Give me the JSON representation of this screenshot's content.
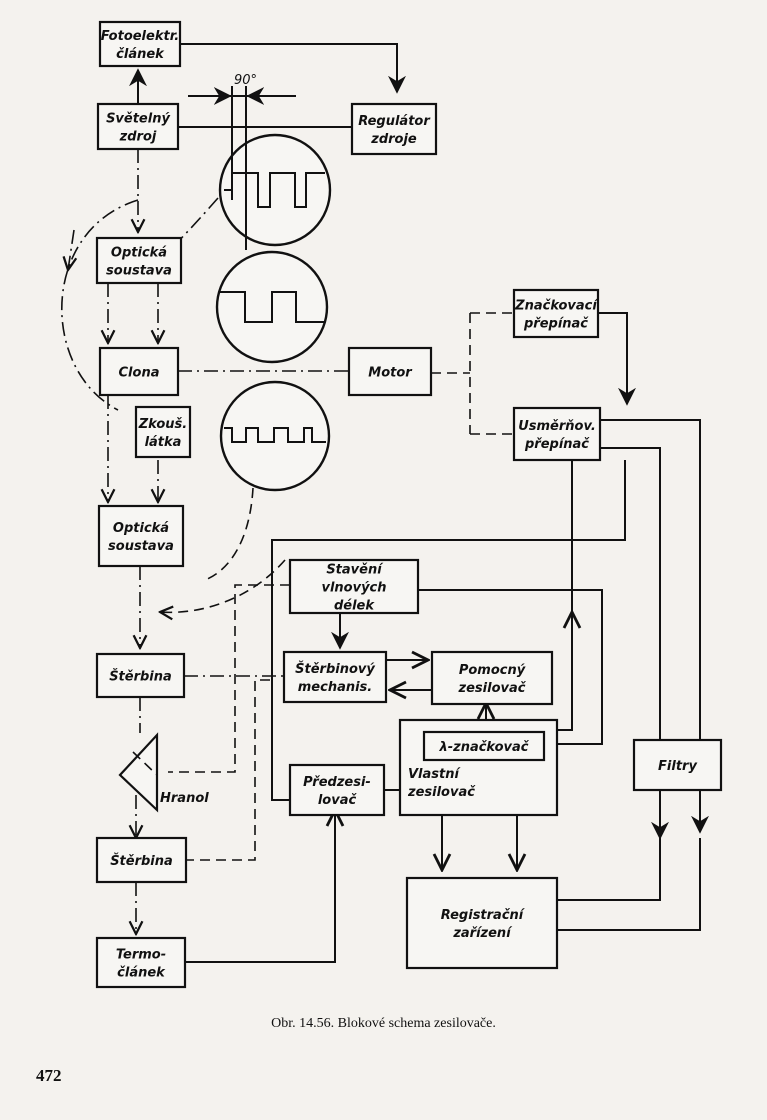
{
  "blocks": {
    "fotoelektr": [
      "Fotoelektr.",
      "článek"
    ],
    "svetelny": [
      "Světelný",
      "zdroj"
    ],
    "regulator": [
      "Regulátor",
      "zdroje"
    ],
    "opticka1": [
      "Optická",
      "soustava"
    ],
    "clona": [
      "Clona"
    ],
    "motor": [
      "Motor"
    ],
    "zkous": [
      "Zkouš.",
      "látka"
    ],
    "opticka2": [
      "Optická",
      "soustava"
    ],
    "znackovaci": [
      "Značkovací",
      "přepínač"
    ],
    "usmernov": [
      "Usměrňov.",
      "přepínač"
    ],
    "staveni": [
      "Stavění",
      "vlnových",
      "délek"
    ],
    "sterbinovy": [
      "Štěrbinový",
      "mechanis."
    ],
    "pomocny": [
      "Pomocný",
      "zesilovač"
    ],
    "sterbina1": [
      "Štěrbina"
    ],
    "lambda": [
      "λ-značkovač"
    ],
    "predzesilovac": [
      "Předzesi-",
      "lovač"
    ],
    "vlastni": [
      "Vlastní",
      "zesilovač"
    ],
    "filtry": [
      "Filtry"
    ],
    "sterbina2": [
      "Štěrbina"
    ],
    "registracni": [
      "Registrační",
      "zařízení"
    ],
    "termoclanek": [
      "Termo-",
      "článek"
    ]
  },
  "labels": {
    "angle": "90°",
    "hranol": "Hranol"
  },
  "caption": "Obr. 14.56. Blokové schema zesilovače.",
  "page_number": "472"
}
